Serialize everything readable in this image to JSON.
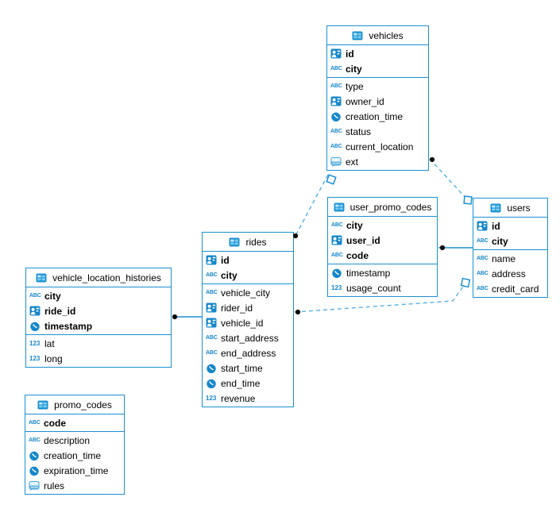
{
  "diagram": {
    "colors": {
      "accent": "#1b90d2",
      "icon_blue": "#1587c9",
      "dashed_line": "#56b0e3",
      "solid_line": "#1b90d2",
      "marker_dot": "#0a0a0a",
      "background": "#ffffff",
      "text": "#000000"
    },
    "tables": [
      {
        "key": "vehicles",
        "title": "vehicles",
        "key_fields": [
          {
            "name": "id",
            "icon": "id-icon"
          },
          {
            "name": "city",
            "icon": "text-icon"
          }
        ],
        "fields": [
          {
            "name": "type",
            "icon": "text-icon"
          },
          {
            "name": "owner_id",
            "icon": "id-icon"
          },
          {
            "name": "creation_time",
            "icon": "time-icon"
          },
          {
            "name": "status",
            "icon": "text-icon"
          },
          {
            "name": "current_location",
            "icon": "text-icon"
          },
          {
            "name": "ext",
            "icon": "json-icon"
          }
        ]
      },
      {
        "key": "user_promo_codes",
        "title": "user_promo_codes",
        "key_fields": [
          {
            "name": "city",
            "icon": "text-icon"
          },
          {
            "name": "user_id",
            "icon": "id-icon"
          },
          {
            "name": "code",
            "icon": "text-icon"
          }
        ],
        "fields": [
          {
            "name": "timestamp",
            "icon": "time-icon"
          },
          {
            "name": "usage_count",
            "icon": "num-icon"
          }
        ]
      },
      {
        "key": "users",
        "title": "users",
        "key_fields": [
          {
            "name": "id",
            "icon": "id-icon"
          },
          {
            "name": "city",
            "icon": "text-icon"
          }
        ],
        "fields": [
          {
            "name": "name",
            "icon": "text-icon"
          },
          {
            "name": "address",
            "icon": "text-icon"
          },
          {
            "name": "credit_card",
            "icon": "text-icon"
          }
        ]
      },
      {
        "key": "rides",
        "title": "rides",
        "key_fields": [
          {
            "name": "id",
            "icon": "id-icon"
          },
          {
            "name": "city",
            "icon": "text-icon"
          }
        ],
        "fields": [
          {
            "name": "vehicle_city",
            "icon": "text-icon"
          },
          {
            "name": "rider_id",
            "icon": "id-icon"
          },
          {
            "name": "vehicle_id",
            "icon": "id-icon"
          },
          {
            "name": "start_address",
            "icon": "text-icon"
          },
          {
            "name": "end_address",
            "icon": "text-icon"
          },
          {
            "name": "start_time",
            "icon": "time-icon"
          },
          {
            "name": "end_time",
            "icon": "time-icon"
          },
          {
            "name": "revenue",
            "icon": "num-icon"
          }
        ]
      },
      {
        "key": "vehicle_location_histories",
        "title": "vehicle_location_histories",
        "key_fields": [
          {
            "name": "city",
            "icon": "text-icon"
          },
          {
            "name": "ride_id",
            "icon": "id-icon"
          },
          {
            "name": "timestamp",
            "icon": "time-icon"
          }
        ],
        "fields": [
          {
            "name": "lat",
            "icon": "num-icon"
          },
          {
            "name": "long",
            "icon": "num-icon"
          }
        ]
      },
      {
        "key": "promo_codes",
        "title": "promo_codes",
        "key_fields": [
          {
            "name": "code",
            "icon": "text-icon"
          }
        ],
        "fields": [
          {
            "name": "description",
            "icon": "text-icon"
          },
          {
            "name": "creation_time",
            "icon": "time-icon"
          },
          {
            "name": "expiration_time",
            "icon": "time-icon"
          },
          {
            "name": "rules",
            "icon": "json-icon"
          }
        ]
      }
    ],
    "relationships": [
      {
        "id": "vehicles-rides",
        "from": "vehicles",
        "to": "rides",
        "style": "dashed"
      },
      {
        "id": "vehicles-users",
        "from": "vehicles",
        "to": "users",
        "style": "dashed"
      },
      {
        "id": "rides-users",
        "from": "rides",
        "to": "users",
        "style": "dashed"
      },
      {
        "id": "user_promo_codes-users",
        "from": "user_promo_codes",
        "to": "users",
        "style": "solid"
      },
      {
        "id": "vehicle_location_histories-rides",
        "from": "vehicle_location_histories",
        "to": "rides",
        "style": "solid"
      }
    ]
  }
}
